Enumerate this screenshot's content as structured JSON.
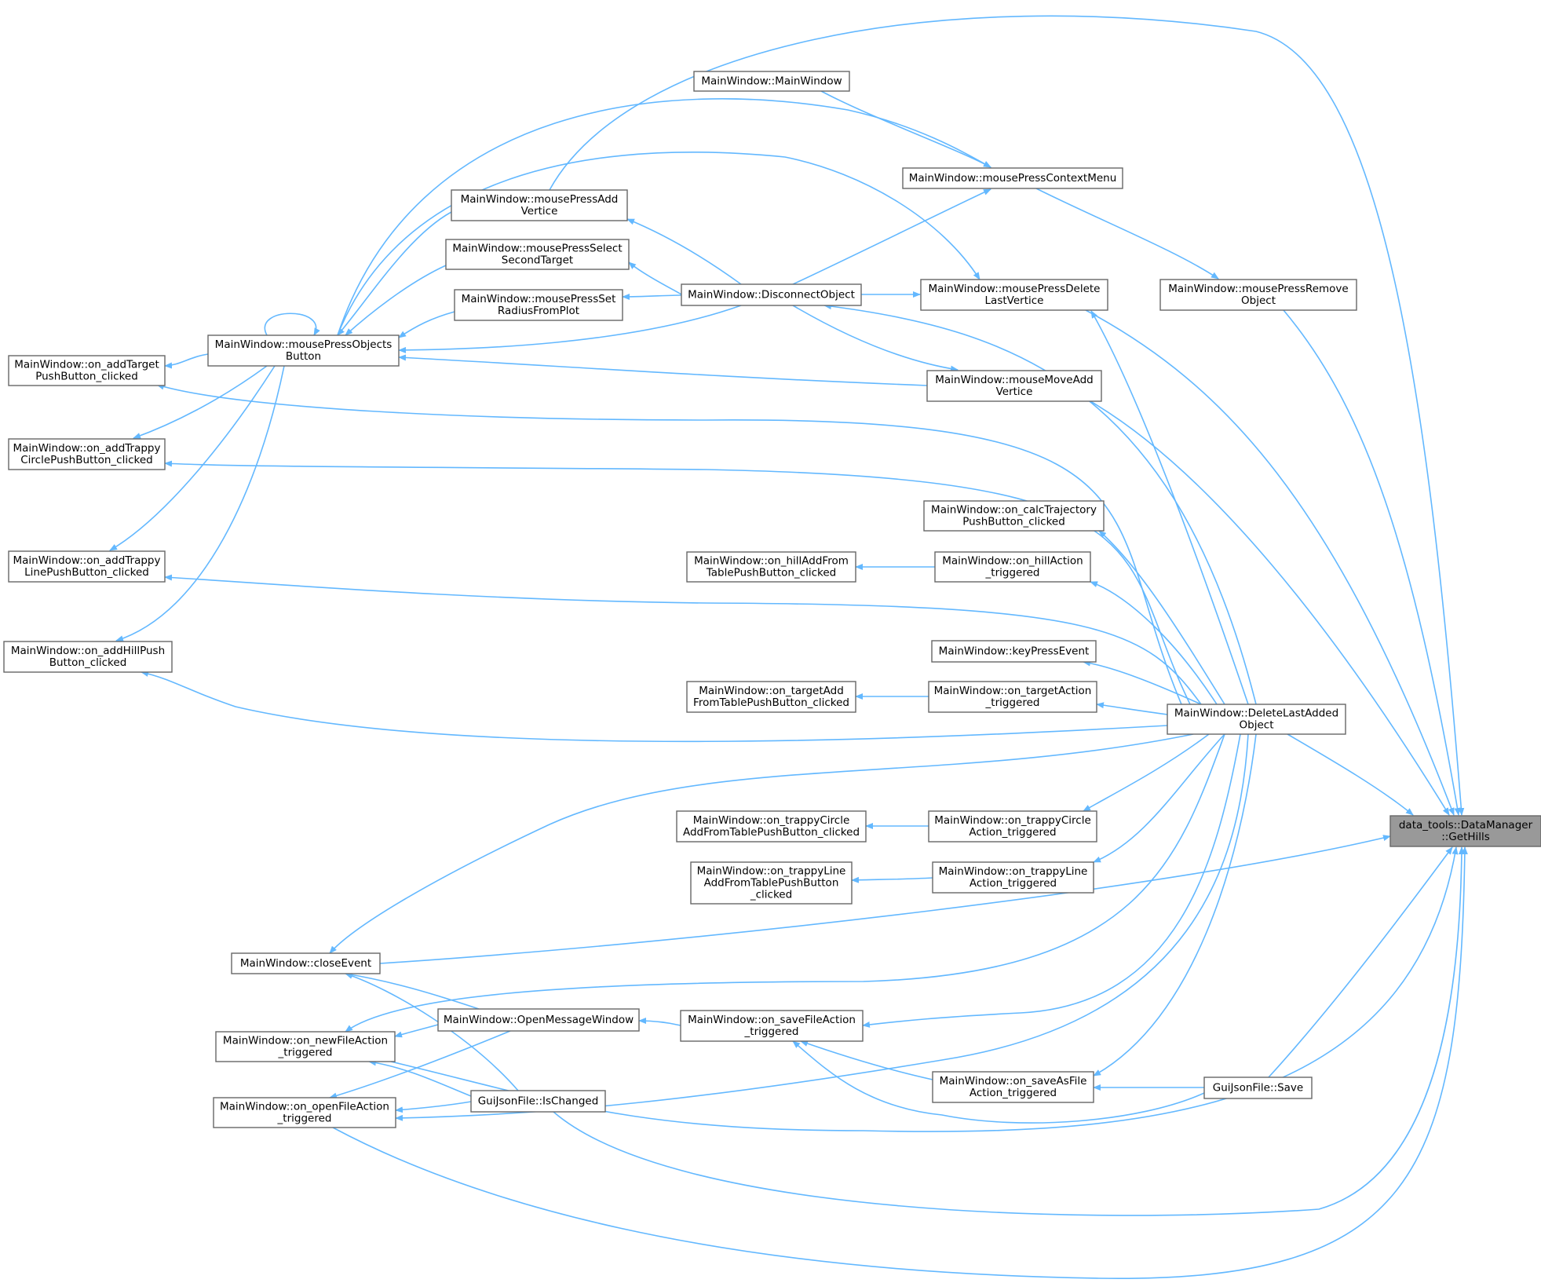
{
  "diagram": {
    "type": "doxygen-caller-graph",
    "colors": {
      "edge": "#63b8ff",
      "node_border": "#666666",
      "root_fill": "#999999",
      "node_fill": "#ffffff"
    },
    "nodes": [
      {
        "id": "getHills",
        "lines": [
          "data_tools::DataManager",
          "::GetHills"
        ],
        "root": true
      },
      {
        "id": "mainWindow",
        "lines": [
          "MainWindow::MainWindow"
        ]
      },
      {
        "id": "contextMenu",
        "lines": [
          "MainWindow::mousePressContextMenu"
        ]
      },
      {
        "id": "pressAddVertice",
        "lines": [
          "MainWindow::mousePressAdd",
          "Vertice"
        ]
      },
      {
        "id": "pressSelectSecond",
        "lines": [
          "MainWindow::mousePressSelect",
          "SecondTarget"
        ]
      },
      {
        "id": "pressSetRadius",
        "lines": [
          "MainWindow::mousePressSet",
          "RadiusFromPlot"
        ]
      },
      {
        "id": "disconnect",
        "lines": [
          "MainWindow::DisconnectObject"
        ]
      },
      {
        "id": "pressDeleteLast",
        "lines": [
          "MainWindow::mousePressDelete",
          "LastVertice"
        ]
      },
      {
        "id": "pressRemove",
        "lines": [
          "MainWindow::mousePressRemove",
          "Object"
        ]
      },
      {
        "id": "pressObjects",
        "lines": [
          "MainWindow::mousePressObjects",
          "Button"
        ]
      },
      {
        "id": "moveAddVertice",
        "lines": [
          "MainWindow::mouseMoveAdd",
          "Vertice"
        ]
      },
      {
        "id": "addTarget",
        "lines": [
          "MainWindow::on_addTarget",
          "PushButton_clicked"
        ]
      },
      {
        "id": "addTrappyCircle",
        "lines": [
          "MainWindow::on_addTrappy",
          "CirclePushButton_clicked"
        ]
      },
      {
        "id": "addTrappyLine",
        "lines": [
          "MainWindow::on_addTrappy",
          "LinePushButton_clicked"
        ]
      },
      {
        "id": "addHill",
        "lines": [
          "MainWindow::on_addHillPush",
          "Button_clicked"
        ]
      },
      {
        "id": "calcTrajectory",
        "lines": [
          "MainWindow::on_calcTrajectory",
          "PushButton_clicked"
        ]
      },
      {
        "id": "hillAddFromTable",
        "lines": [
          "MainWindow::on_hillAddFrom",
          "TablePushButton_clicked"
        ]
      },
      {
        "id": "hillAction",
        "lines": [
          "MainWindow::on_hillAction",
          "_triggered"
        ]
      },
      {
        "id": "keyPress",
        "lines": [
          "MainWindow::keyPressEvent"
        ]
      },
      {
        "id": "targetAddFromTable",
        "lines": [
          "MainWindow::on_targetAdd",
          "FromTablePushButton_clicked"
        ]
      },
      {
        "id": "targetAction",
        "lines": [
          "MainWindow::on_targetAction",
          "_triggered"
        ]
      },
      {
        "id": "deleteLastAdded",
        "lines": [
          "MainWindow::DeleteLastAdded",
          "Object"
        ]
      },
      {
        "id": "trappyCircleAdd",
        "lines": [
          "MainWindow::on_trappyCircle",
          "AddFromTablePushButton_clicked"
        ]
      },
      {
        "id": "trappyCircleAction",
        "lines": [
          "MainWindow::on_trappyCircle",
          "Action_triggered"
        ]
      },
      {
        "id": "trappyLineAdd",
        "lines": [
          "MainWindow::on_trappyLine",
          "AddFromTablePushButton",
          "_clicked"
        ]
      },
      {
        "id": "trappyLineAction",
        "lines": [
          "MainWindow::on_trappyLine",
          "Action_triggered"
        ]
      },
      {
        "id": "closeEvent",
        "lines": [
          "MainWindow::closeEvent"
        ]
      },
      {
        "id": "openMessage",
        "lines": [
          "MainWindow::OpenMessageWindow"
        ]
      },
      {
        "id": "saveFileAction",
        "lines": [
          "MainWindow::on_saveFileAction",
          "_triggered"
        ]
      },
      {
        "id": "newFileAction",
        "lines": [
          "MainWindow::on_newFileAction",
          "_triggered"
        ]
      },
      {
        "id": "saveAsFile",
        "lines": [
          "MainWindow::on_saveAsFile",
          "Action_triggered"
        ]
      },
      {
        "id": "jsonSave",
        "lines": [
          "GuiJsonFile::Save"
        ]
      },
      {
        "id": "openFileAction",
        "lines": [
          "MainWindow::on_openFileAction",
          "_triggered"
        ]
      },
      {
        "id": "isChanged",
        "lines": [
          "GuiJsonFile::IsChanged"
        ]
      }
    ],
    "edges": [
      [
        "pressAddVertice",
        "getHills"
      ],
      [
        "pressDeleteLast",
        "getHills"
      ],
      [
        "pressRemove",
        "getHills"
      ],
      [
        "moveAddVertice",
        "getHills"
      ],
      [
        "deleteLastAdded",
        "getHills"
      ],
      [
        "closeEvent",
        "getHills"
      ],
      [
        "jsonSave",
        "getHills"
      ],
      [
        "newFileAction",
        "getHills"
      ],
      [
        "isChanged",
        "getHills"
      ],
      [
        "openFileAction",
        "getHills"
      ],
      [
        "mainWindow",
        "contextMenu"
      ],
      [
        "pressObjects",
        "contextMenu"
      ],
      [
        "disconnect",
        "contextMenu"
      ],
      [
        "contextMenu",
        "pressRemove"
      ],
      [
        "disconnect",
        "pressAddVertice"
      ],
      [
        "disconnect",
        "pressSelectSecond"
      ],
      [
        "disconnect",
        "pressSetRadius"
      ],
      [
        "disconnect",
        "pressObjects"
      ],
      [
        "disconnect",
        "pressDeleteLast"
      ],
      [
        "pressObjects",
        "pressDeleteLast"
      ],
      [
        "disconnect",
        "moveAddVertice"
      ],
      [
        "deleteLastAdded",
        "disconnect"
      ],
      [
        "pressAddVertice",
        "pressObjects"
      ],
      [
        "pressSelectSecond",
        "pressObjects"
      ],
      [
        "pressSetRadius",
        "pressObjects"
      ],
      [
        "moveAddVertice",
        "pressObjects"
      ],
      [
        "pressObjects",
        "pressObjects"
      ],
      [
        "pressObjects",
        "addTarget"
      ],
      [
        "pressObjects",
        "addTrappyCircle"
      ],
      [
        "pressObjects",
        "addTrappyLine"
      ],
      [
        "pressObjects",
        "addHill"
      ],
      [
        "deleteLastAdded",
        "pressDeleteLast"
      ],
      [
        "deleteLastAdded",
        "addTarget"
      ],
      [
        "deleteLastAdded",
        "addTrappyCircle"
      ],
      [
        "deleteLastAdded",
        "addTrappyLine"
      ],
      [
        "deleteLastAdded",
        "addHill"
      ],
      [
        "deleteLastAdded",
        "calcTrajectory"
      ],
      [
        "deleteLastAdded",
        "hillAction"
      ],
      [
        "hillAction",
        "hillAddFromTable"
      ],
      [
        "deleteLastAdded",
        "keyPress"
      ],
      [
        "deleteLastAdded",
        "targetAction"
      ],
      [
        "targetAction",
        "targetAddFromTable"
      ],
      [
        "deleteLastAdded",
        "trappyCircleAction"
      ],
      [
        "trappyCircleAction",
        "trappyCircleAdd"
      ],
      [
        "deleteLastAdded",
        "trappyLineAction"
      ],
      [
        "trappyLineAction",
        "trappyLineAdd"
      ],
      [
        "deleteLastAdded",
        "closeEvent"
      ],
      [
        "deleteLastAdded",
        "newFileAction"
      ],
      [
        "deleteLastAdded",
        "openFileAction"
      ],
      [
        "deleteLastAdded",
        "saveFileAction"
      ],
      [
        "deleteLastAdded",
        "saveAsFile"
      ],
      [
        "openMessage",
        "closeEvent"
      ],
      [
        "openMessage",
        "newFileAction"
      ],
      [
        "openMessage",
        "openFileAction"
      ],
      [
        "saveFileAction",
        "openMessage"
      ],
      [
        "saveAsFile",
        "saveFileAction"
      ],
      [
        "jsonSave",
        "saveAsFile"
      ],
      [
        "jsonSave",
        "saveFileAction"
      ],
      [
        "isChanged",
        "closeEvent"
      ],
      [
        "isChanged",
        "newFileAction"
      ],
      [
        "isChanged",
        "openFileAction"
      ]
    ]
  }
}
